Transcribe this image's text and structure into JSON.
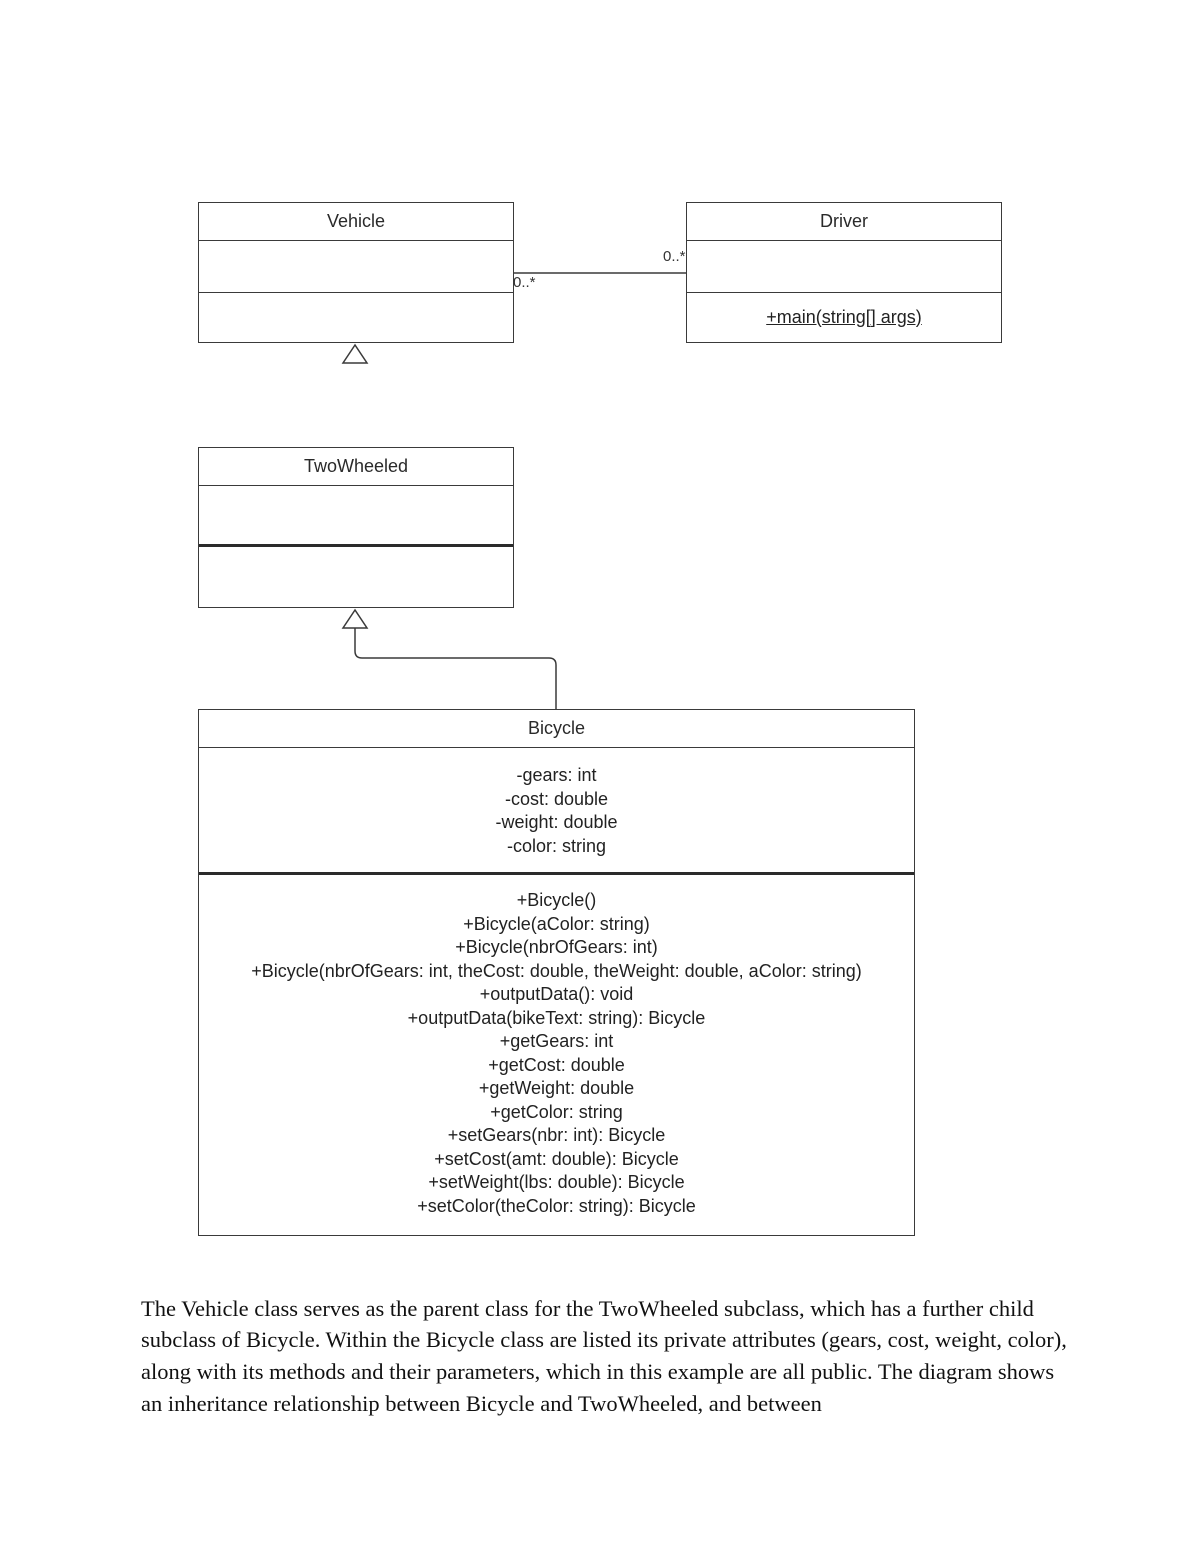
{
  "diagram": {
    "classes": {
      "vehicle": {
        "name": "Vehicle",
        "attributes": [],
        "methods": []
      },
      "driver": {
        "name": "Driver",
        "attributes": [],
        "methods": [
          "+main(string[] args)"
        ]
      },
      "twowheeled": {
        "name": "TwoWheeled",
        "attributes": [],
        "methods": []
      },
      "bicycle": {
        "name": "Bicycle",
        "attributes": [
          "-gears: int",
          "-cost: double",
          "-weight: double",
          "-color: string"
        ],
        "methods": [
          "+Bicycle()",
          "+Bicycle(aColor: string)",
          "+Bicycle(nbrOfGears: int)",
          "+Bicycle(nbrOfGears: int, theCost: double, theWeight: double, aColor: string)",
          "+outputData(): void",
          "+outputData(bikeText: string): Bicycle",
          "+getGears: int",
          "+getCost: double",
          "+getWeight: double",
          "+getColor: string",
          "+setGears(nbr: int): Bicycle",
          "+setCost(amt: double): Bicycle",
          "+setWeight(lbs: double): Bicycle",
          "+setColor(theColor: string): Bicycle"
        ]
      }
    },
    "association": {
      "vehicle_multiplicity": "0..*",
      "driver_multiplicity": "0..*"
    },
    "line_color": "#3a3a3a"
  },
  "description": {
    "text": "The Vehicle class serves as the parent class for the TwoWheeled subclass, which has a further child subclass of Bicycle. Within the Bicycle class are listed its private attributes (gears, cost, weight, color), along with its methods and their parameters, which in this example are all public. The diagram shows an inheritance relationship between Bicycle and TwoWheeled, and between"
  }
}
